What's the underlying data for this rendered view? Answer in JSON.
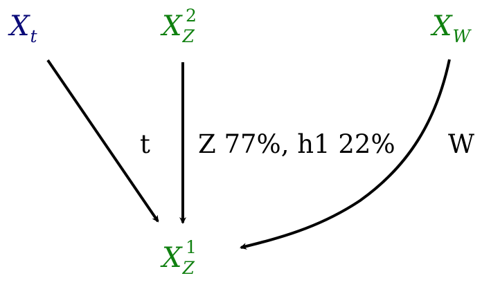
{
  "colors": {
    "blue_node": "#0a0a78",
    "green_node": "#108010",
    "arrow": "#000000",
    "label": "#000000"
  },
  "nodes": {
    "xt": {
      "base": "X",
      "sub": "t"
    },
    "xz2": {
      "base": "X",
      "sub": "Z",
      "sup": "2"
    },
    "xw": {
      "base": "X",
      "sub": "W"
    },
    "xz1": {
      "base": "X",
      "sub": "Z",
      "sup": "1"
    }
  },
  "edges": {
    "t": {
      "label": "t"
    },
    "z": {
      "label": "Z 77%, h1 22%"
    },
    "w": {
      "label": "W"
    }
  }
}
